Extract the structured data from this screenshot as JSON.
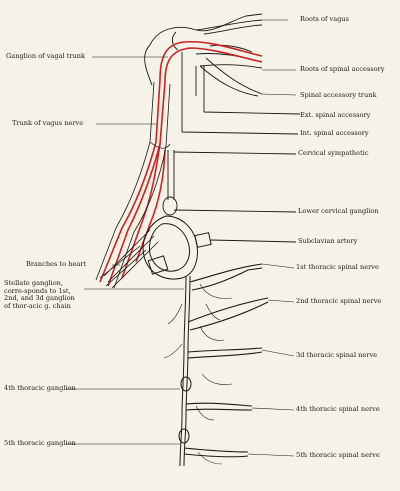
{
  "colors": {
    "paper": "#f5f2e8",
    "ink": "#1a1a1a",
    "nerve_red": "#cc2222"
  },
  "labels_right": {
    "roots_vagus": "Roots of vagus",
    "roots_spinal_accessory": "Roots of spinal accessory",
    "spinal_accessory_trunk": "Spinal accessory trunk",
    "ext_spinal_accessory": "Ext. spinal accessory",
    "int_spinal_accessory": "Int. spinal accessory",
    "cervical_sympathetic": "Cervical sympathetic",
    "lower_cervical_ganglion": "Lower cervical ganglion",
    "subclavian_artery": "Subclavian artery",
    "thoracic_nerve_1": "1st thoracic spinal nerve",
    "thoracic_nerve_2": "2nd thoracic spinal nerve",
    "thoracic_nerve_3": "3d thoracic spinal nerve",
    "thoracic_nerve_4": "4th thoracic spinal nerve",
    "thoracic_nerve_5": "5th thoracic spinal nerve"
  },
  "labels_left": {
    "ganglion_vagal_trunk": "Ganglion of vagal trunk",
    "trunk_vagus": "Trunk of vagus nerve",
    "branches_heart": "Branches to heart",
    "stellate_ganglion": "Stellate ganglion, corre-sponds to 1st, 2nd, and 3d ganglion of thor-acic g. chain",
    "thoracic_ganglion_4": "4th thoracic ganglion",
    "thoracic_ganglion_5": "5th thoracic ganglion"
  }
}
